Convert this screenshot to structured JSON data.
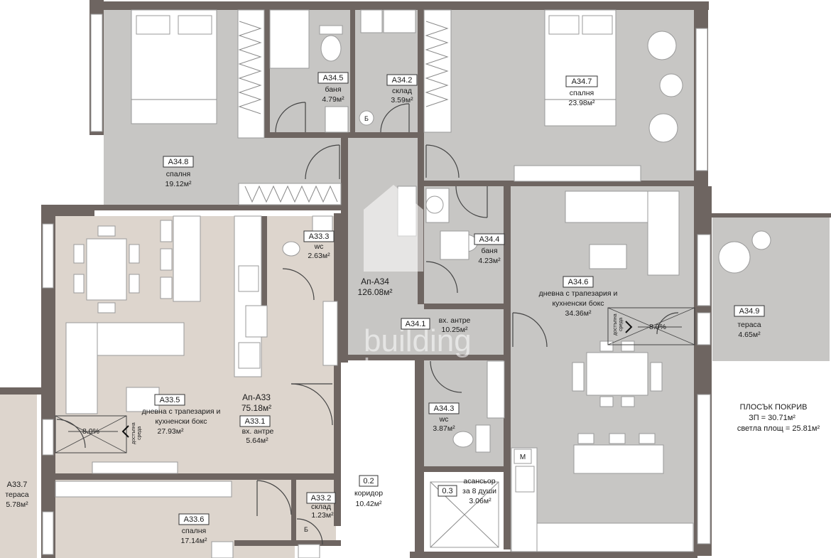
{
  "rooms": [
    {
      "code": "A34.8",
      "name": "спалня",
      "area": "19.12м²"
    },
    {
      "code": "A34.5",
      "name": "баня",
      "area": "4.79м²"
    },
    {
      "code": "A34.2",
      "name": "склад",
      "area": "3.59м²"
    },
    {
      "code": "A34.7",
      "name": "спалня",
      "area": "23.98м²"
    },
    {
      "code": "A33.3",
      "name": "wc",
      "area": "2.63м²"
    },
    {
      "code": "A34.4",
      "name": "баня",
      "area": "4.23м²"
    },
    {
      "code": "A34.6",
      "name": "дневна с трапезария и",
      "name2": "кухненски бокс",
      "area": "34.36м²"
    },
    {
      "code": "A34.9",
      "name": "тераса",
      "area": "4.65м²"
    },
    {
      "code": "A34.1",
      "name": "вх. антре",
      "area": "10.25м²"
    },
    {
      "code": "A34.3",
      "name": "wc",
      "area": "3.87м²"
    },
    {
      "code": "A33.5",
      "name": "дневна с трапезария и",
      "name2": "кухненски бокс",
      "area": "27.93м²"
    },
    {
      "code": "A33.1",
      "name": "вх. антре",
      "area": "5.64м²"
    },
    {
      "code": "0.2",
      "name": "коридор",
      "area": "10.42м²"
    },
    {
      "code": "0.3",
      "name": "асансьор",
      "name2": "за 8 души",
      "area": "3.06м²"
    },
    {
      "code": "A33.2",
      "name": "склад",
      "area": "1.23м²"
    },
    {
      "code": "A33.6",
      "name": "спалня",
      "area": "17.14м²"
    },
    {
      "code": "A33.7",
      "name": "тераса",
      "area": "5.78м²"
    }
  ],
  "apartments": [
    {
      "name": "Ап-А34",
      "area": "126.08м²"
    },
    {
      "name": "Ап-А33",
      "area": "75.18м²"
    }
  ],
  "roof": {
    "title": "ПЛОСЪК ПОКРИВ",
    "zp": "ЗП = 30.71м²",
    "light": "светла площ = 25.81м²"
  },
  "ramps": [
    {
      "slope": "8.0%",
      "label": "достъпна",
      "label2": "среда"
    },
    {
      "slope": "8.0%",
      "label": "достъпна",
      "label2": "среда"
    }
  ],
  "storage_mark": "Б",
  "elevator_mark": "M",
  "watermark": {
    "line1": "building",
    "line2": "box"
  },
  "colors": {
    "grey_room": "#c7c6c4",
    "beige_room": "#ddd5cd",
    "wall": "#6e6561",
    "bg": "#ffffff"
  }
}
